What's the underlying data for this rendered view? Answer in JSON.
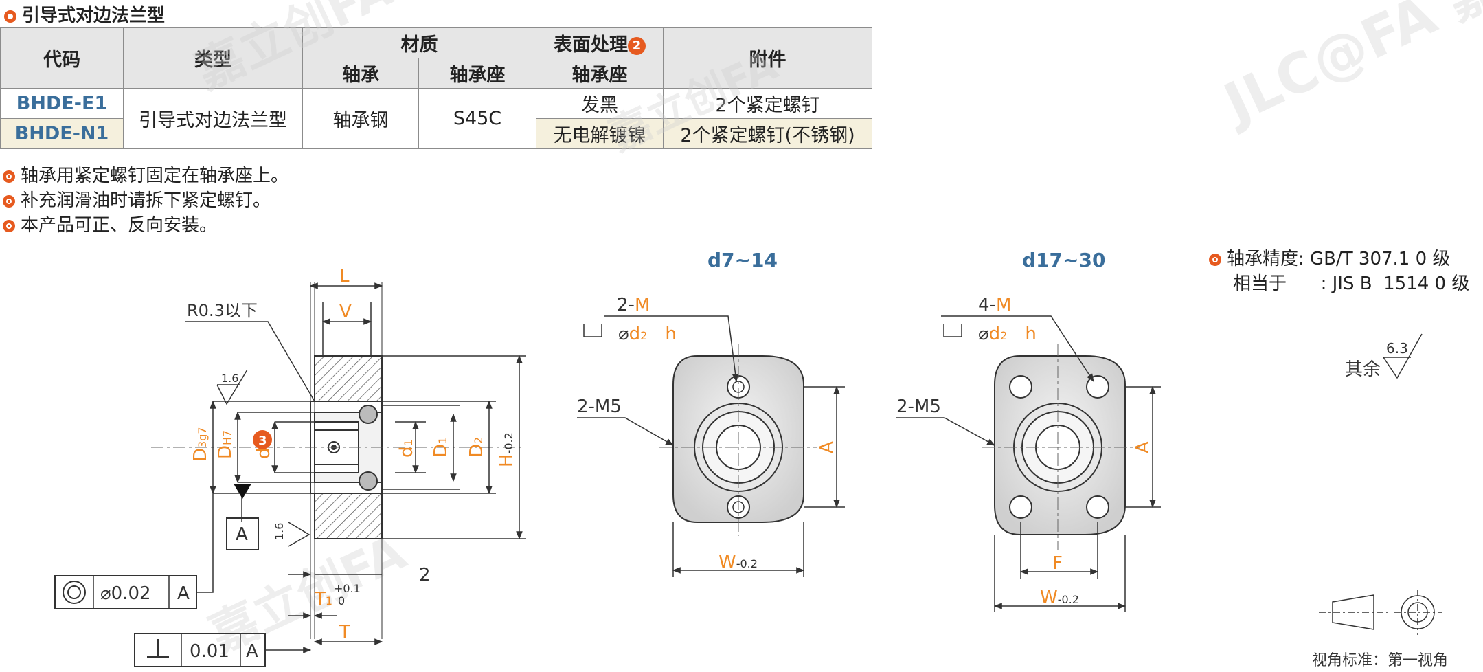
{
  "title": "引导式对边法兰型",
  "table": {
    "headers": {
      "code": "代码",
      "type": "类型",
      "material": "材质",
      "surface": "表面处理",
      "surface_num": "2",
      "accessory": "附件",
      "sub_bearing": "轴承",
      "sub_seat": "轴承座",
      "sub_surface_seat": "轴承座"
    },
    "rows": [
      {
        "code": "BHDE-E1",
        "surface": "发黑",
        "accessory": "2个紧定螺钉"
      },
      {
        "code": "BHDE-N1",
        "surface": "无电解镀镍",
        "accessory": "2个紧定螺钉(不锈钢)"
      }
    ],
    "shared": {
      "type": "引导式对边法兰型",
      "bearing": "轴承钢",
      "seat": "S45C"
    }
  },
  "notes": [
    "轴承用紧定螺钉固定在轴承座上。",
    "补充润滑油时请拆下紧定螺钉。",
    "本产品可正、反向安装。"
  ],
  "right_notes": {
    "line1": "轴承精度: GB/T 307.1 0 级",
    "line2": "相当于      : JIS B  1514 0 级",
    "finish_label": "其余",
    "finish_value": "6.3",
    "view_std": "视角标准：第一视角"
  },
  "drawings": {
    "section_mid": "d7~14",
    "section_right": "d17~30",
    "dims": {
      "L": "L",
      "V": "V",
      "R": "R0.3以下",
      "rough": "1.6",
      "D": "D",
      "D_sub": "3g7",
      "DH": "D",
      "DH_sub": "H7",
      "d": "d",
      "d_num": "3",
      "d1": "d",
      "d1_sub": "1",
      "D1": "D",
      "D1_sub": "1",
      "D2": "D",
      "D2_sub": "2",
      "H": "H",
      "H_tol": "-0.2",
      "tol_zero": "0",
      "two": "2",
      "T1": "T",
      "T1_sub": "1",
      "T1_tol_up": "+0.1",
      "T1_tol_low": "0",
      "T": "T",
      "datum": "A",
      "coax": "⌀0.02",
      "perp": "0.01",
      "mid_M": "2-",
      "right_M": "4-",
      "M": "M",
      "cbore_d": "⌀",
      "d2": "d",
      "d2_sub": "2",
      "h": "h",
      "M5": "2-M5",
      "A": "A",
      "W": "W",
      "W_tol": "-0.2",
      "F": "F"
    }
  },
  "colors": {
    "accent": "#e65a1f",
    "blue": "#3a6e9b",
    "dim_orange": "#f08a24"
  }
}
